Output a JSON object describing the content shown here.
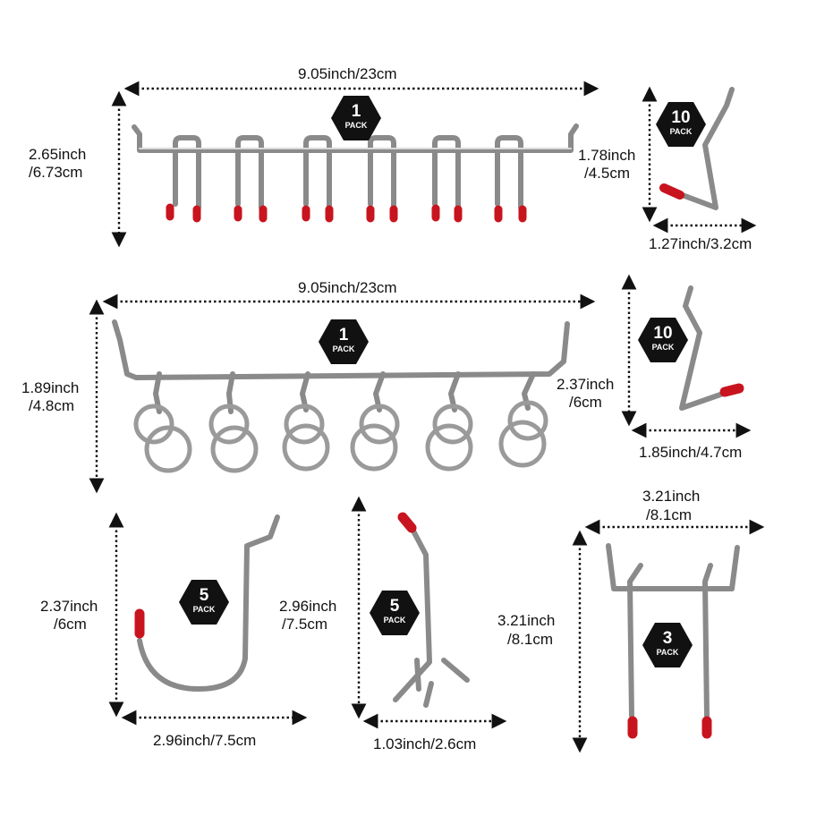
{
  "badges": [
    {
      "count": "1",
      "pack": "PACK"
    },
    {
      "count": "10",
      "pack": "PACK"
    },
    {
      "count": "1",
      "pack": "PACK"
    },
    {
      "count": "10",
      "pack": "PACK"
    },
    {
      "count": "5",
      "pack": "PACK"
    },
    {
      "count": "5",
      "pack": "PACK"
    },
    {
      "count": "3",
      "pack": "PACK"
    }
  ],
  "dims": {
    "rack1_width": "9.05inch/23cm",
    "rack1_height_in": "2.65inch",
    "rack1_height_cm": "/6.73cm",
    "hookA_height_in": "1.78inch",
    "hookA_height_cm": "/4.5cm",
    "hookA_width": "1.27inch/3.2cm",
    "rack2_width": "9.05inch/23cm",
    "rack2_height_in": "1.89inch",
    "rack2_height_cm": "/4.8cm",
    "hookB_height_in": "2.37inch",
    "hookB_height_cm": "/6cm",
    "hookB_width": "1.85inch/4.7cm",
    "jhook_height_in": "2.37inch",
    "jhook_height_cm": "/6cm",
    "jhook_width": "2.96inch/7.5cm",
    "shook_height_in": "2.96inch",
    "shook_height_cm": "/7.5cm",
    "shook_width": "1.03inch/2.6cm",
    "dhook_width_in": "3.21inch",
    "dhook_width_cm": "/8.1cm",
    "dhook_height_in": "3.21inch",
    "dhook_height_cm": "/8.1cm"
  },
  "colors": {
    "metal": "#a9a9a9",
    "tip": "#c8141e",
    "badge": "#111111",
    "arrow": "#111111"
  }
}
